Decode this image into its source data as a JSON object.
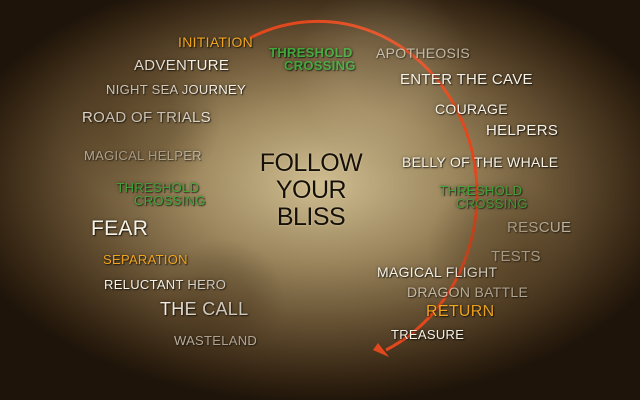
{
  "center": {
    "line1": "FOLLOW",
    "line2": "YOUR",
    "line3": "BLISS"
  },
  "colors": {
    "ring": "#e2481e",
    "green": "#3fa83a",
    "orange": "#f0a51f",
    "white": "#f7f2e6",
    "faded": "#d9d0bd"
  },
  "labels": {
    "initiation": "INITIATION",
    "threshold_top_1": "THRESHOLD",
    "threshold_top_2": "CROSSING",
    "apotheosis": "APOTHEOSIS",
    "adventure": "ADVENTURE",
    "enter_the_cave": "ENTER THE CAVE",
    "night_sea_journey": "NIGHT SEA JOURNEY",
    "courage": "COURAGE",
    "road_of_trials": "ROAD OF TRIALS",
    "helpers": "HELPERS",
    "magical_helper": "MAGICAL HELPER",
    "belly_of_the_whale": "BELLY OF THE WHALE",
    "threshold_left_1": "THRESHOLD",
    "threshold_left_2": "CROSSING",
    "threshold_right_1": "THRESHOLD",
    "threshold_right_2": "CROSSING",
    "fear": "FEAR",
    "rescue": "RESCUE",
    "separation": "SEPARATION",
    "tests": "TESTS",
    "magical_flight": "MAGICAL FLIGHT",
    "reluctant_hero": "RELUCTANT HERO",
    "dragon_battle": "DRAGON BATTLE",
    "the_call": "THE CALL",
    "return": "RETURN",
    "treasure": "TREASURE",
    "wasteland": "WASTELAND"
  }
}
